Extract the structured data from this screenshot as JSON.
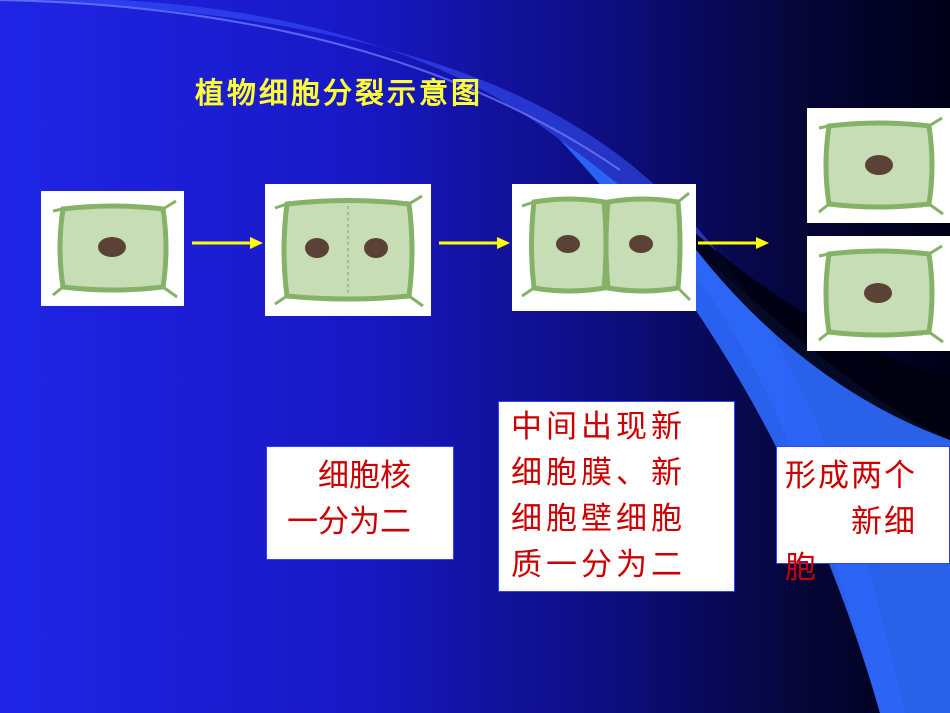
{
  "title": "植物细胞分裂示意图",
  "colors": {
    "title": "#ffff33",
    "arrow": "#ffff00",
    "caption_text": "#cc0000",
    "caption_border": "#3340ff",
    "cell_fill": "#c7ddb5",
    "cell_wall": "#86b268",
    "nucleus": "#5a4236"
  },
  "stages": [
    {
      "name": "stage-1",
      "nuclei": 1
    },
    {
      "name": "stage-2",
      "nuclei": 2
    },
    {
      "name": "stage-3",
      "nuclei": 2
    },
    {
      "name": "stage-4a",
      "nuclei": 1
    },
    {
      "name": "stage-4b",
      "nuclei": 1
    }
  ],
  "captions": {
    "c1": [
      "　细胞核",
      "一分为二"
    ],
    "c2": [
      "中间出现新",
      "细胞膜、新",
      "细胞壁细胞",
      "质一分为二"
    ],
    "c3": [
      "形成两个",
      "　　新细",
      "胞"
    ]
  }
}
